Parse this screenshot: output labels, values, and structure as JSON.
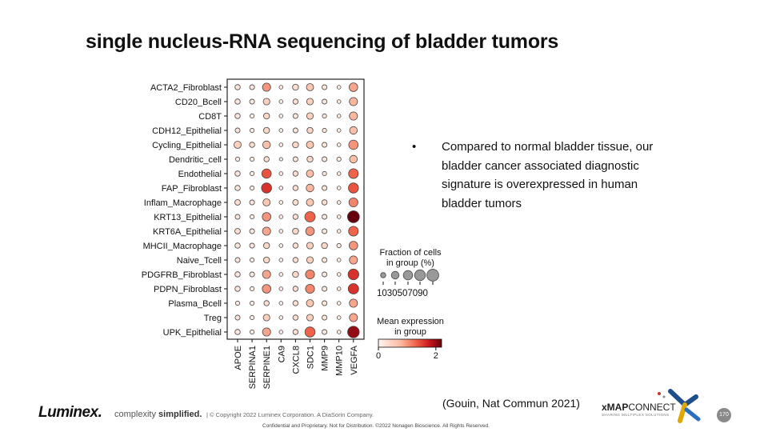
{
  "title": "single nucleus-RNA sequencing of bladder tumors",
  "bullet": "Compared to normal bladder tissue, our bladder cancer associated diagnostic signature is overexpressed in human bladder tumors",
  "bullet_symbol": "•",
  "citation": "(Gouin, Nat Commun  2021)",
  "footer": {
    "logo": "Luminex.",
    "tagline_prefix": "complexity",
    "tagline_bold": "simplified.",
    "copyright": "|  © Copyright 2022  Luminex Corporation.  A DiaSorin Company.",
    "confidential": "Confidential and Proprietary. Not for Distribution. ©2022 Nonagen Bioscience. All Rights Reserved.",
    "xmap_bold": "xMAP",
    "xmap_rest": "CONNECT",
    "xmap_sub": "SHARING MULTIPLEX SOLUTIONS",
    "page_number": "170"
  },
  "colors": {
    "low": "#fff5f0",
    "mid": "#f08a6e",
    "high": "#67000d",
    "edge": "#444444"
  },
  "chart_data": {
    "type": "dotplot",
    "genes": [
      "APOE",
      "SERPINA1",
      "SERPINE1",
      "CA9",
      "CXCL8",
      "SDC1",
      "MMP9",
      "MMP10",
      "VEGFA"
    ],
    "cell_types": [
      "ACTA2_Fibroblast",
      "CD20_Bcell",
      "CD8T",
      "CDH12_Epithelial",
      "Cycling_Epithelial",
      "Dendritic_cell",
      "Endothelial",
      "FAP_Fibroblast",
      "Inflam_Macrophage",
      "KRT13_Epithelial",
      "KRT6A_Epithelial",
      "MHCII_Macrophage",
      "Naive_Tcell",
      "PDGFRB_Fibroblast",
      "PDPN_Fibroblast",
      "Plasma_Bcell",
      "Treg",
      "UPK_Epithelial"
    ],
    "fraction": [
      [
        10,
        8,
        35,
        3,
        15,
        25,
        8,
        3,
        40
      ],
      [
        10,
        8,
        20,
        3,
        10,
        20,
        8,
        3,
        35
      ],
      [
        10,
        5,
        15,
        3,
        8,
        20,
        5,
        3,
        35
      ],
      [
        8,
        5,
        15,
        3,
        8,
        15,
        5,
        3,
        30
      ],
      [
        25,
        10,
        30,
        3,
        15,
        25,
        8,
        3,
        50
      ],
      [
        5,
        5,
        10,
        2,
        8,
        15,
        8,
        5,
        30
      ],
      [
        10,
        5,
        50,
        3,
        10,
        25,
        5,
        3,
        55
      ],
      [
        10,
        5,
        60,
        3,
        10,
        30,
        8,
        3,
        60
      ],
      [
        12,
        8,
        25,
        3,
        12,
        25,
        10,
        3,
        45
      ],
      [
        8,
        5,
        40,
        3,
        10,
        65,
        8,
        3,
        90
      ],
      [
        12,
        8,
        35,
        3,
        15,
        40,
        8,
        3,
        55
      ],
      [
        10,
        8,
        15,
        3,
        10,
        20,
        15,
        5,
        40
      ],
      [
        8,
        5,
        15,
        3,
        10,
        20,
        8,
        3,
        35
      ],
      [
        10,
        8,
        35,
        3,
        15,
        45,
        8,
        3,
        70
      ],
      [
        10,
        5,
        40,
        3,
        10,
        45,
        8,
        3,
        65
      ],
      [
        5,
        5,
        10,
        3,
        10,
        25,
        8,
        3,
        35
      ],
      [
        8,
        5,
        20,
        3,
        10,
        20,
        8,
        3,
        35
      ],
      [
        10,
        5,
        35,
        3,
        10,
        60,
        8,
        3,
        85
      ]
    ],
    "expression": [
      [
        0.2,
        0.2,
        1.0,
        0.1,
        0.3,
        0.6,
        0.2,
        0.1,
        0.9
      ],
      [
        0.2,
        0.2,
        0.5,
        0.1,
        0.3,
        0.5,
        0.2,
        0.1,
        0.8
      ],
      [
        0.2,
        0.1,
        0.4,
        0.1,
        0.2,
        0.5,
        0.2,
        0.1,
        0.8
      ],
      [
        0.2,
        0.1,
        0.4,
        0.1,
        0.2,
        0.4,
        0.2,
        0.1,
        0.7
      ],
      [
        0.5,
        0.3,
        0.7,
        0.1,
        0.4,
        0.6,
        0.2,
        0.1,
        1.0
      ],
      [
        0.1,
        0.1,
        0.3,
        0.1,
        0.2,
        0.4,
        0.2,
        0.1,
        0.7
      ],
      [
        0.2,
        0.1,
        1.4,
        0.1,
        0.3,
        0.7,
        0.2,
        0.1,
        1.3
      ],
      [
        0.2,
        0.1,
        1.6,
        0.1,
        0.3,
        0.8,
        0.2,
        0.1,
        1.4
      ],
      [
        0.3,
        0.2,
        0.6,
        0.1,
        0.3,
        0.6,
        0.3,
        0.1,
        1.1
      ],
      [
        0.2,
        0.1,
        1.0,
        0.1,
        0.3,
        1.3,
        0.2,
        0.1,
        2.2
      ],
      [
        0.3,
        0.2,
        0.9,
        0.1,
        0.4,
        1.0,
        0.2,
        0.1,
        1.3
      ],
      [
        0.2,
        0.2,
        0.4,
        0.1,
        0.3,
        0.5,
        0.4,
        0.1,
        1.0
      ],
      [
        0.2,
        0.1,
        0.4,
        0.1,
        0.3,
        0.5,
        0.2,
        0.1,
        0.9
      ],
      [
        0.2,
        0.2,
        0.9,
        0.1,
        0.4,
        1.1,
        0.2,
        0.1,
        1.6
      ],
      [
        0.2,
        0.1,
        1.0,
        0.1,
        0.3,
        1.1,
        0.2,
        0.1,
        1.6
      ],
      [
        0.1,
        0.1,
        0.3,
        0.1,
        0.3,
        0.6,
        0.2,
        0.1,
        0.9
      ],
      [
        0.2,
        0.1,
        0.5,
        0.1,
        0.3,
        0.5,
        0.2,
        0.1,
        0.9
      ],
      [
        0.2,
        0.1,
        0.9,
        0.1,
        0.3,
        1.3,
        0.2,
        0.1,
        2.0
      ]
    ],
    "size_legend": {
      "title_line1": "Fraction of cells",
      "title_line2": "in group (%)",
      "values": [
        10,
        30,
        50,
        70,
        90
      ],
      "labels": "1030507090"
    },
    "color_legend": {
      "title_line1": "Mean expression",
      "title_line2": "in group",
      "min": 0,
      "max": 2.2,
      "ticks": [
        0,
        2
      ]
    }
  }
}
